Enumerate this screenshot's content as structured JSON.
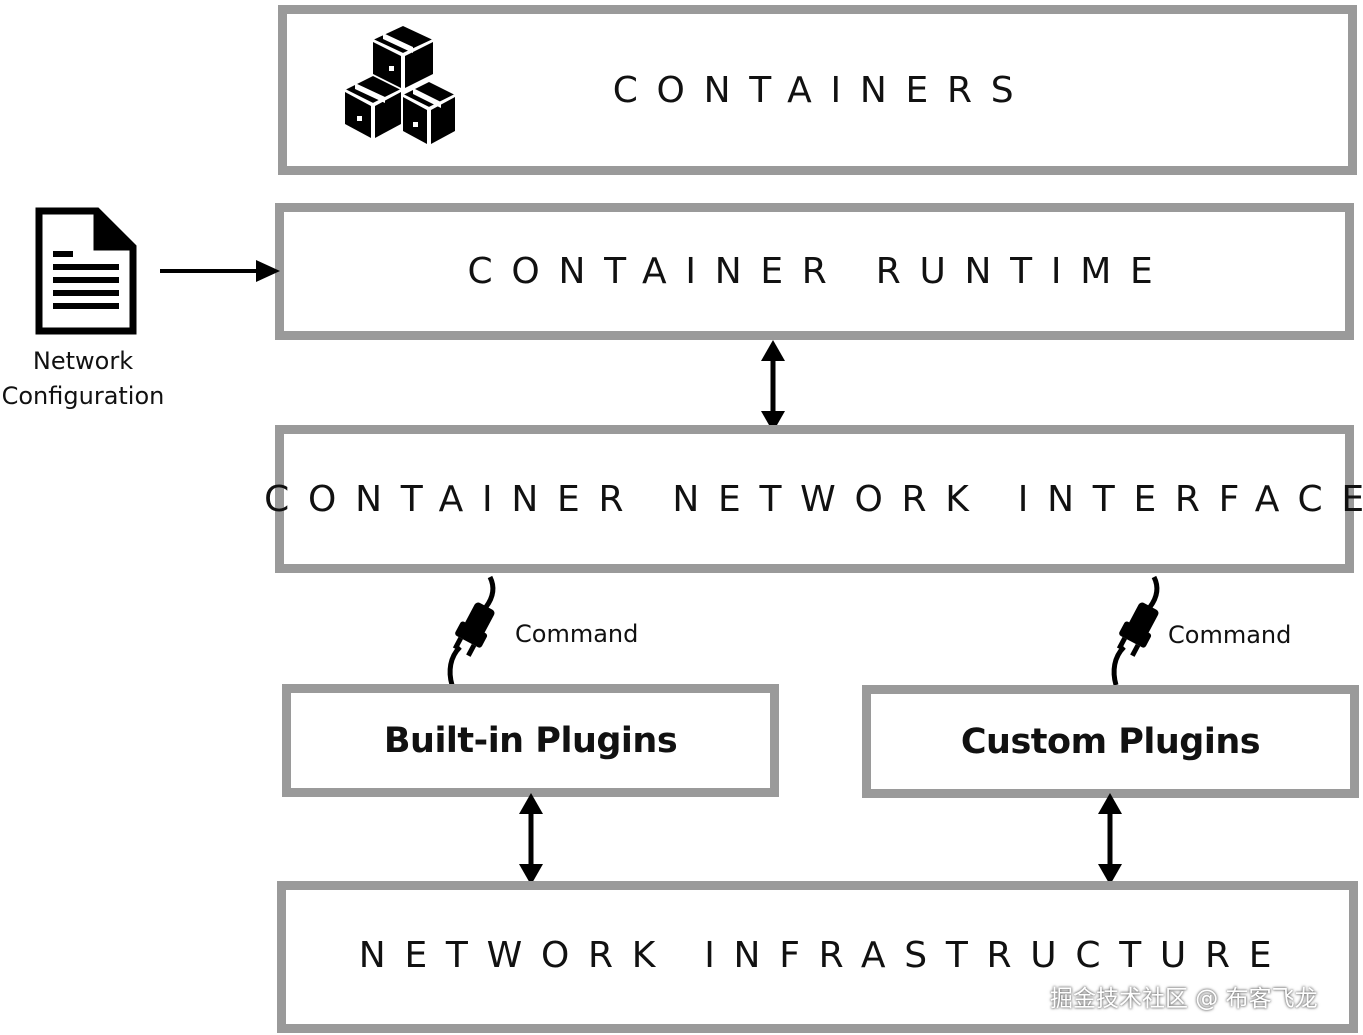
{
  "boxes": {
    "containers": "CONTAINERS",
    "runtime": "CONTAINER RUNTIME",
    "cni": "CONTAINER NETWORK INTERFACE",
    "builtin": "Built-in Plugins",
    "custom": "Custom Plugins",
    "infra": "NETWORK INFRASTRUCTURE"
  },
  "labels": {
    "network_config": "Network Configuration",
    "command_left": "Command",
    "command_right": "Command"
  },
  "watermark": "掘金技术社区 @ 布客飞龙",
  "icons": {
    "containers": "boxes-icon",
    "config": "document-icon",
    "plug": "plug-icon"
  },
  "colors": {
    "border": "#9a9a9a",
    "ink": "#111111"
  }
}
